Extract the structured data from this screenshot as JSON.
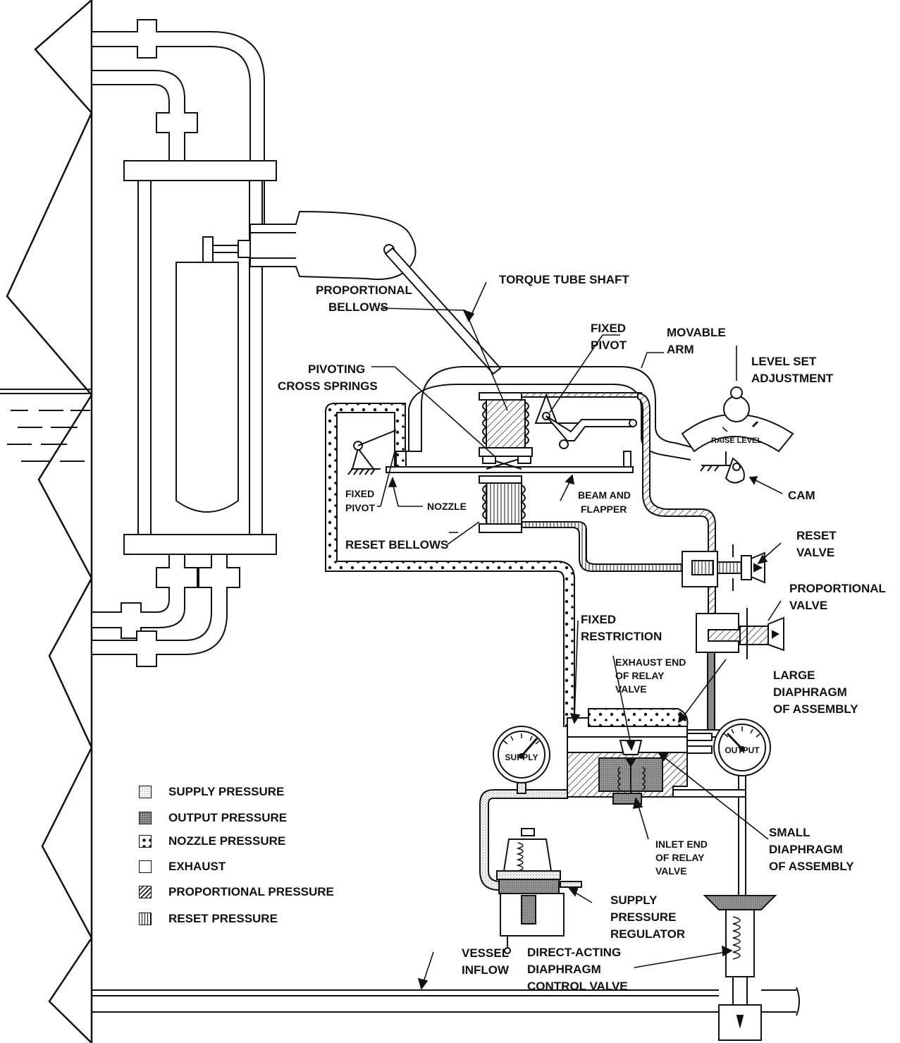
{
  "labels": {
    "torque_tube_shaft": "TORQUE TUBE SHAFT",
    "proportional_bellows_1": "PROPORTIONAL",
    "proportional_bellows_2": "BELLOWS",
    "fixed_pivot_top_1": "FIXED",
    "fixed_pivot_top_2": "PIVOT",
    "movable_arm_1": "MOVABLE",
    "movable_arm_2": "ARM",
    "level_set_1": "LEVEL SET",
    "level_set_2": "ADJUSTMENT",
    "pivoting_1": "PIVOTING",
    "pivoting_2": "CROSS SPRINGS",
    "fixed_pivot_left_1": "FIXED",
    "fixed_pivot_left_2": "PIVOT",
    "nozzle": "NOZZLE",
    "beam_1": "BEAM AND",
    "beam_2": "FLAPPER",
    "cam": "CAM",
    "reset_bellows": "RESET BELLOWS",
    "reset_valve_1": "RESET",
    "reset_valve_2": "VALVE",
    "proportional_valve_1": "PROPORTIONAL",
    "proportional_valve_2": "VALVE",
    "fixed_restriction_1": "FIXED",
    "fixed_restriction_2": "RESTRICTION",
    "exhaust_end_1": "EXHAUST END",
    "exhaust_end_2": "OF RELAY",
    "exhaust_end_3": "VALVE",
    "large_diaphragm_1": "LARGE",
    "large_diaphragm_2": "DIAPHRAGM",
    "large_diaphragm_3": "OF ASSEMBLY",
    "small_diaphragm_1": "SMALL",
    "small_diaphragm_2": "DIAPHRAGM",
    "small_diaphragm_3": "OF ASSEMBLY",
    "inlet_end_1": "INLET END",
    "inlet_end_2": "OF RELAY",
    "inlet_end_3": "VALVE",
    "supply_regulator_1": "SUPPLY",
    "supply_regulator_2": "PRESSURE",
    "supply_regulator_3": "REGULATOR",
    "control_valve_1": "DIRECT-ACTING",
    "control_valve_2": "DIAPHRAGM",
    "control_valve_3": "CONTROL VALVE",
    "vessel_inflow_1": "VESSEL",
    "vessel_inflow_2": "INFLOW",
    "gauge_supply": "SUPPLY",
    "gauge_output": "OUTPUT",
    "dial_raise_level": "RAISE LEVEL"
  },
  "legend": [
    {
      "label": "SUPPLY PRESSURE",
      "pattern": "supply-dots"
    },
    {
      "label": "OUTPUT PRESSURE",
      "pattern": "output-fill"
    },
    {
      "label": "NOZZLE PRESSURE",
      "pattern": "nozzle-dots"
    },
    {
      "label": "EXHAUST",
      "pattern": "exhaust-blank"
    },
    {
      "label": "PROPORTIONAL PRESSURE",
      "pattern": "proportional-hatch"
    },
    {
      "label": "RESET PRESSURE",
      "pattern": "reset-stripes"
    }
  ],
  "colors": {
    "ink": "#111111",
    "paper": "#ffffff"
  }
}
